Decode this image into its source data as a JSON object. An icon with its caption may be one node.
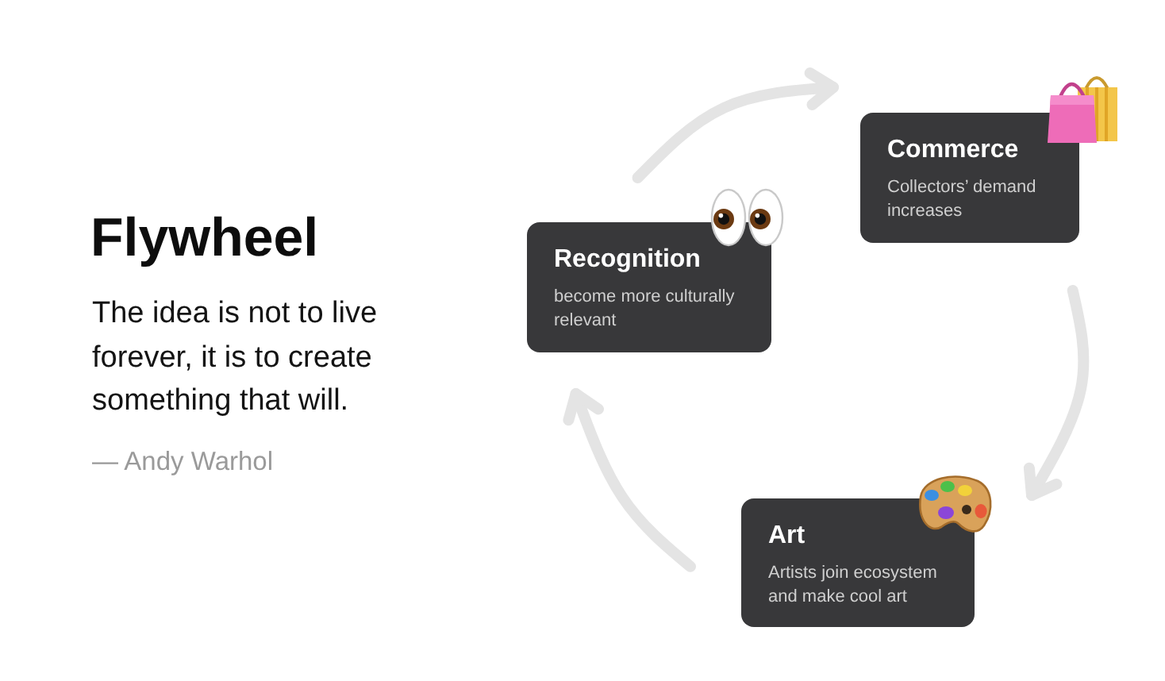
{
  "diagram": {
    "title": "Flywheel",
    "nodes": [
      {
        "text": [
          "Recognition",
          "become more culturally relevant"
        ]
      },
      {
        "text": [
          "Commerce",
          "Collectors’ demand increases"
        ]
      },
      {
        "text": [
          "Art",
          "Artists join ecosystem and make cool art"
        ]
      }
    ],
    "edges": [
      {
        "from": 0,
        "to": 1,
        "arrow": "to"
      },
      {
        "from": 1,
        "to": 2,
        "arrow": "to"
      },
      {
        "from": 2,
        "to": 0,
        "arrow": "to"
      }
    ],
    "labels": [
      "The idea is not to live forever, it is to create something that will.",
      "— Andy Warhol"
    ]
  }
}
